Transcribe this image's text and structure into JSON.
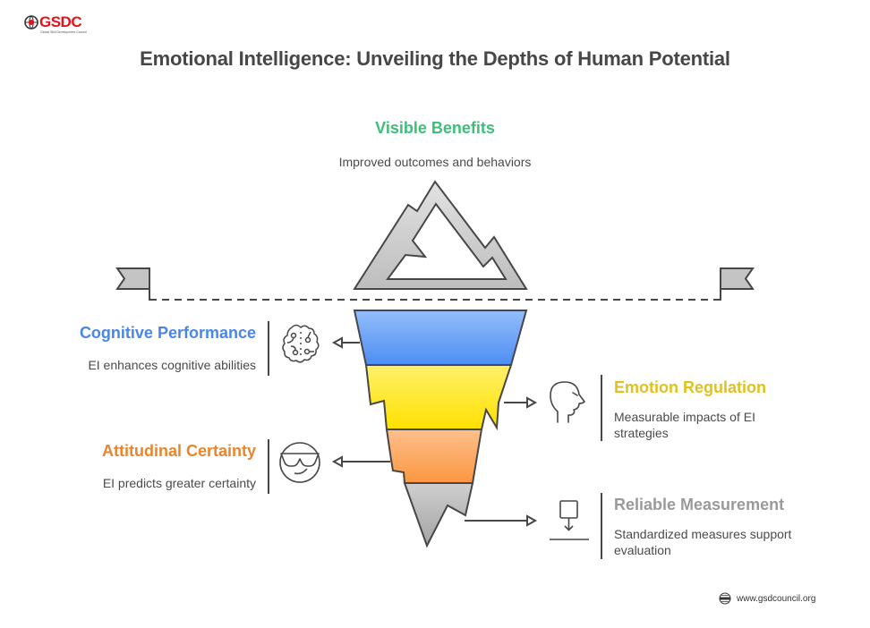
{
  "logo": {
    "name": "GSDC",
    "tagline": "Global Skill Development Council"
  },
  "title": "Emotional Intelligence: Unveiling the Depths of Human Potential",
  "top": {
    "heading": "Visible Benefits",
    "description": "Improved outcomes and behaviors",
    "icon": "mountain-peak-icon"
  },
  "layers": [
    {
      "heading": "Cognitive Performance",
      "description": "EI enhances cognitive abilities",
      "icon": "brain-icon",
      "side": "left",
      "color": "#4a86e8"
    },
    {
      "heading": "Emotion Regulation",
      "description": "Measurable impacts of EI strategies",
      "icon": "head-profile-icon",
      "side": "right",
      "color": "#e0c21e"
    },
    {
      "heading": "Attitudinal Certainty",
      "description": "EI predicts greater certainty",
      "icon": "sunglasses-face-icon",
      "side": "left",
      "color": "#e8852e"
    },
    {
      "heading": "Reliable Measurement",
      "description": "Standardized measures support evaluation",
      "icon": "measure-down-icon",
      "side": "right",
      "color": "#9a9a9a"
    }
  ],
  "footer": {
    "url": "www.gsdcouncil.org"
  },
  "colors": {
    "blue_top": "#93bdfb",
    "blue_bottom": "#4d8ef3",
    "yellow_top": "#fff06a",
    "yellow_bottom": "#ffe100",
    "orange_top": "#fec08c",
    "orange_bottom": "#fb9641",
    "gray_top": "#cfcfcf",
    "gray_bottom": "#a3a3a3",
    "stroke": "#474747",
    "accent_green": "#3dbf7a",
    "brand_red": "#e3131b"
  }
}
